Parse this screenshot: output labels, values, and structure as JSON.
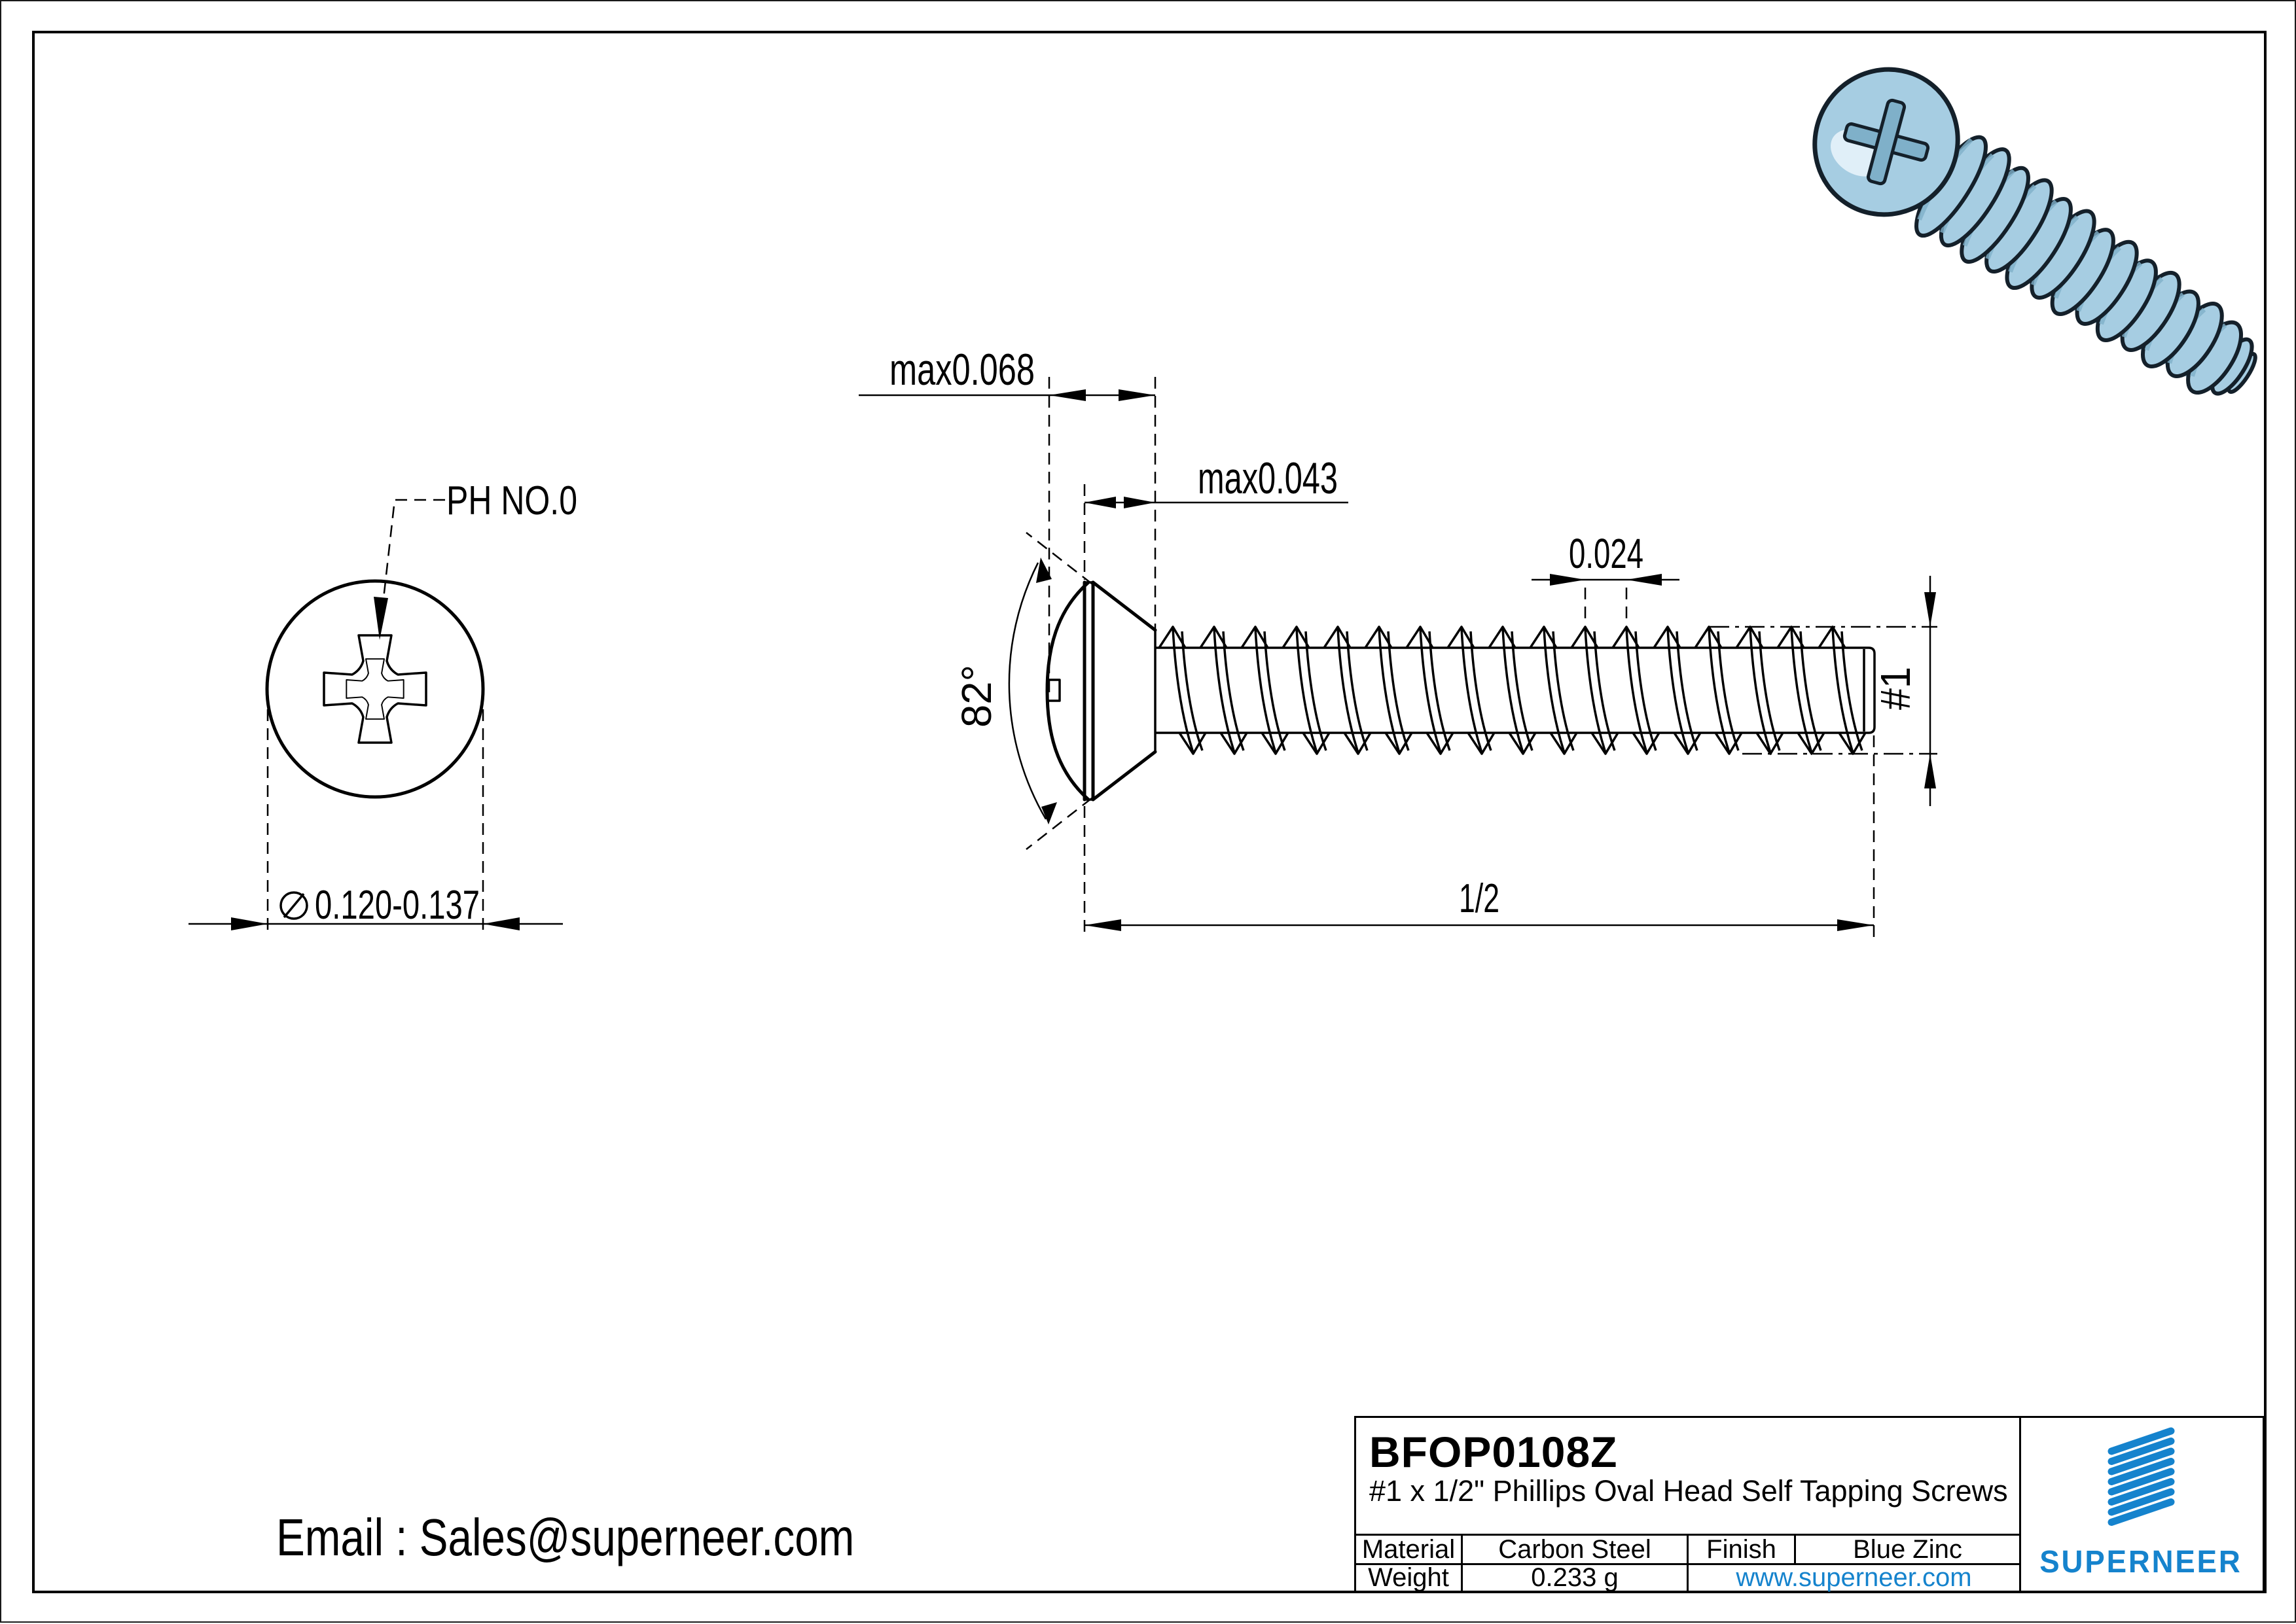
{
  "colors": {
    "line": "#000000",
    "accent_blue": "#1583cd",
    "screw_body": "#a6cde2",
    "screw_shade": "#7fb0c9",
    "screw_highlight": "#eaf5fb",
    "screw_outline": "#14202a"
  },
  "top_view": {
    "drive_label": "PH NO.0",
    "diameter": "0.120-0.137"
  },
  "side_view": {
    "head_height": "max0.068",
    "crown_height": "max0.043",
    "pitch": "0.024",
    "angle": "82°",
    "size": "#1",
    "length": "1/2"
  },
  "title_block": {
    "part_number": "BFOP0108Z",
    "description": "#1 x 1/2\" Phillips Oval Head Self Tapping Screws",
    "material_label": "Material",
    "material_value": "Carbon Steel",
    "finish_label": "Finish",
    "finish_value": "Blue Zinc",
    "weight_label": "Weight",
    "weight_value": "0.233 g",
    "website": "www.superneer.com",
    "brand": "SUPERNEER"
  },
  "footer": {
    "email": "Email : Sales@superneer.com"
  }
}
